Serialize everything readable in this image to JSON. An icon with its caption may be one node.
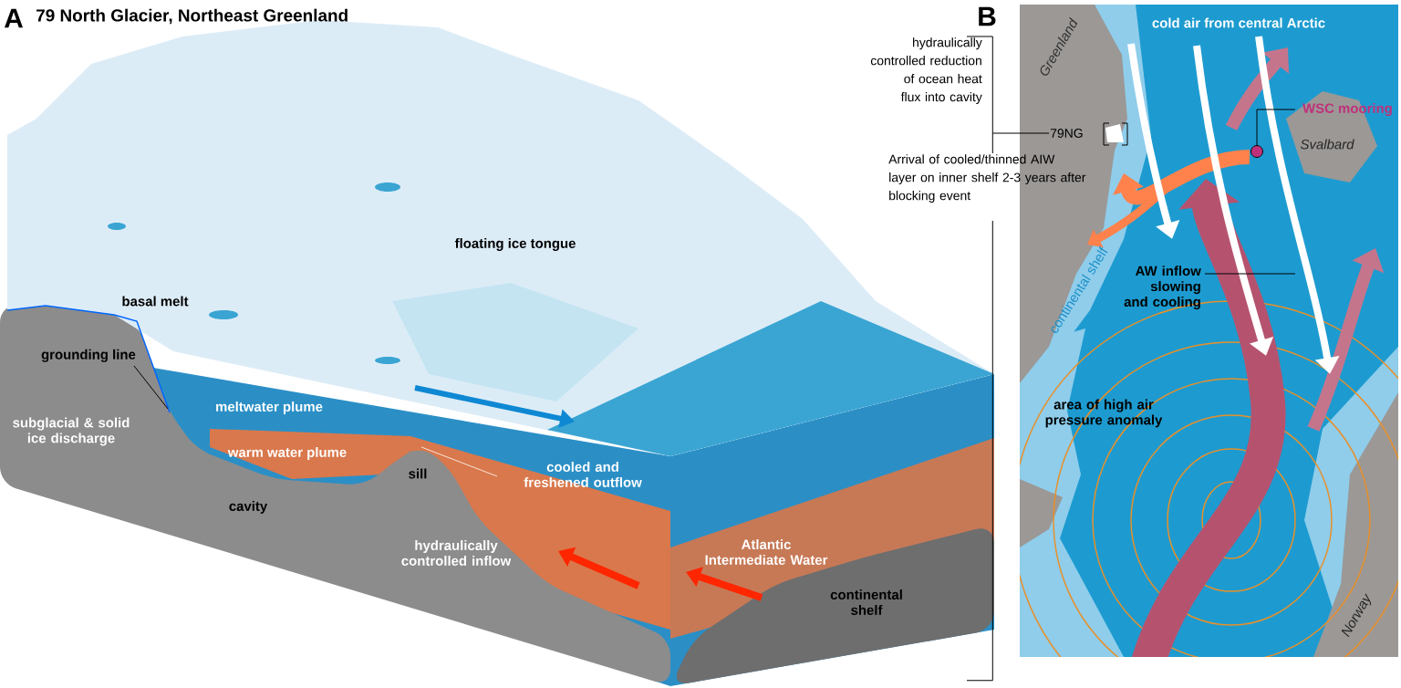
{
  "diagram": {
    "title": "79 North Glacier, Northeast Greenland",
    "nodes": [
      {
        "text": [
          "grounding line"
        ]
      },
      {
        "text": [
          "hydraulically controlled reduction of ocean heat flux into cavity"
        ]
      },
      {
        "text": [
          "79NG"
        ]
      },
      {
        "text": [
          "Arrival of cooled/thinned AIW layer on inner shelf 2-3 years after blocking event"
        ]
      },
      {
        "text": [
          "WSC mooring"
        ]
      },
      {
        "text": [],
        "shape": "circle"
      },
      {
        "text": [
          "AW inflow slowing and cooling"
        ]
      },
      {
        "text": [],
        "shape": "bar"
      }
    ],
    "edges": [
      {
        "from": 0,
        "to": null,
        "arrow": "none"
      },
      {
        "from": 7,
        "to": 2,
        "arrow": "none"
      },
      {
        "from": 4,
        "to": 5,
        "arrow": "none"
      },
      {
        "from": 6,
        "to": null,
        "arrow": "none"
      }
    ],
    "labels": [
      "A",
      "B",
      "floating ice tongue",
      "basal melt",
      "meltwater plume",
      "subglacial & solid ice discharge",
      "warm water plume",
      "cavity",
      "sill",
      "cooled and freshened outflow",
      "hydraulically controlled inflow",
      "Atlantic Intermediate Water",
      "continental shelf",
      "Greenland",
      "cold air from central Arctic",
      "Svalbard",
      "continental shelf",
      "area of high air pressure anomaly",
      "Norway"
    ]
  }
}
